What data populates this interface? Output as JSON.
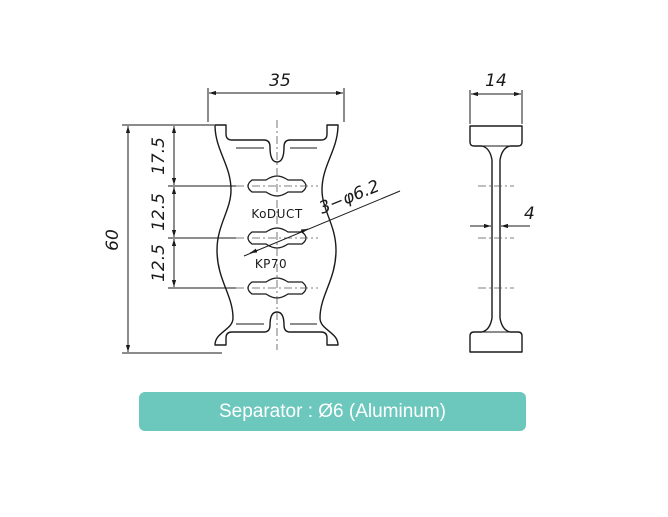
{
  "drawing": {
    "front_view": {
      "width_label": "35",
      "height_label": "60",
      "pitch_top_label": "17.5",
      "pitch_mid_label": "12.5",
      "pitch_low_label": "12.5",
      "hole_label": "3−φ6.2",
      "brand_label": "KoDUCT",
      "model_label": "KP70"
    },
    "side_view": {
      "width_label": "14",
      "thickness_label": "4"
    }
  },
  "caption": {
    "text": "Separator : Ø6 (Aluminum)",
    "color": "#6cc7bc"
  }
}
